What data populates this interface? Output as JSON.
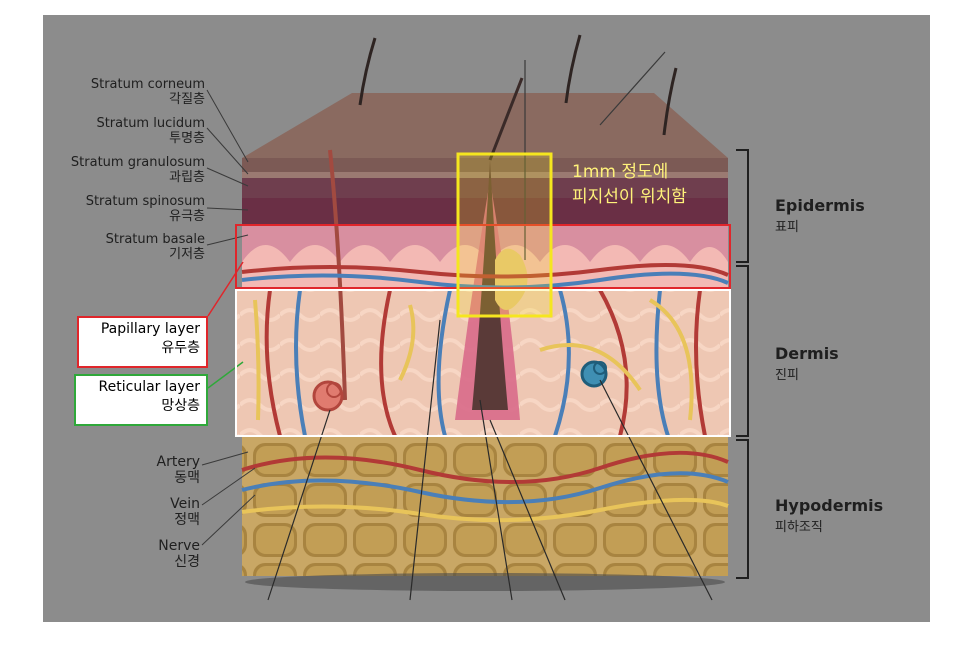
{
  "labels": {
    "stratum_corneum": {
      "en": "Stratum corneum",
      "ko": "각질층"
    },
    "stratum_lucidum": {
      "en": "Stratum lucidum",
      "ko": "투명층"
    },
    "stratum_granulosum": {
      "en": "Stratum granulosum",
      "ko": "과립층"
    },
    "stratum_spinosum": {
      "en": "Stratum spinosum",
      "ko": "유극층"
    },
    "stratum_basale": {
      "en": "Stratum basale",
      "ko": "기저층"
    },
    "papillary_layer": {
      "en": "Papillary layer",
      "ko": "유두층"
    },
    "reticular_layer": {
      "en": "Reticular layer",
      "ko": "망상층"
    },
    "artery": {
      "en": "Artery",
      "ko": "동맥"
    },
    "vein": {
      "en": "Vein",
      "ko": "정맥"
    },
    "nerve": {
      "en": "Nerve",
      "ko": "신경"
    },
    "epidermis": {
      "en": "Epidermis",
      "ko": "표피"
    },
    "dermis": {
      "en": "Dermis",
      "ko": "진피"
    },
    "hypodermis": {
      "en": "Hypodermis",
      "ko": "피하조직"
    }
  },
  "annotation": {
    "line1": "1mm 정도에",
    "line2": "피지선이 위치함"
  },
  "colors": {
    "background": "#8d8d8d",
    "highlight_yellow": "#f5e61f",
    "papillary_box": "#e0262b",
    "reticular_box": "#2fa83a",
    "artery": "#b23a36",
    "vein": "#4a7fb8",
    "nerve": "#e8c45a"
  }
}
